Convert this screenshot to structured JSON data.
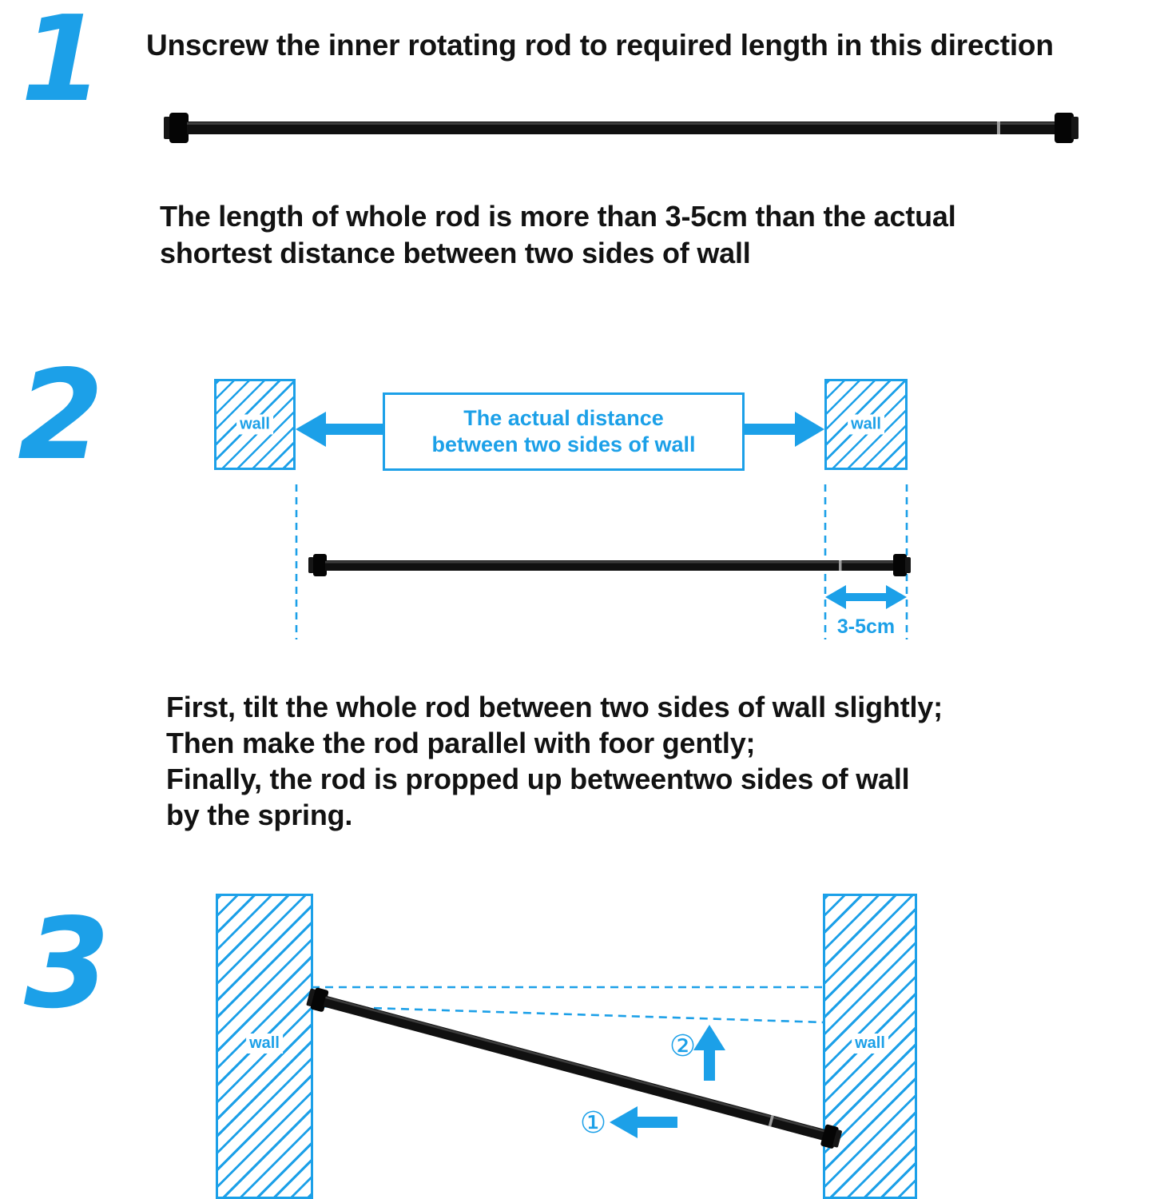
{
  "colors": {
    "accent": "#1CA0E8",
    "text": "#121212",
    "rod": "#0d0d0d"
  },
  "step1": {
    "number": "1",
    "heading": "Unscrew the inner rotating rod to required length in this direction",
    "caption": [
      "The length of whole rod is more than 3-5cm than the actual",
      "shortest distance between two sides of wall"
    ]
  },
  "step2": {
    "number": "2",
    "left_wall_label": "wall",
    "right_wall_label": "wall",
    "distance_label": [
      "The actual distance",
      "between two sides of wall"
    ],
    "gap_label": "3-5cm"
  },
  "instructions": [
    "First, tilt the whole rod between two sides of wall slightly;",
    "Then make the rod parallel with foor gently;",
    "Finally, the rod is propped up betweentwo sides of wall",
    "by the spring."
  ],
  "step3": {
    "number": "3",
    "left_wall_label": "wall",
    "right_wall_label": "wall",
    "step_marker_up": "②",
    "step_marker_left": "①"
  }
}
